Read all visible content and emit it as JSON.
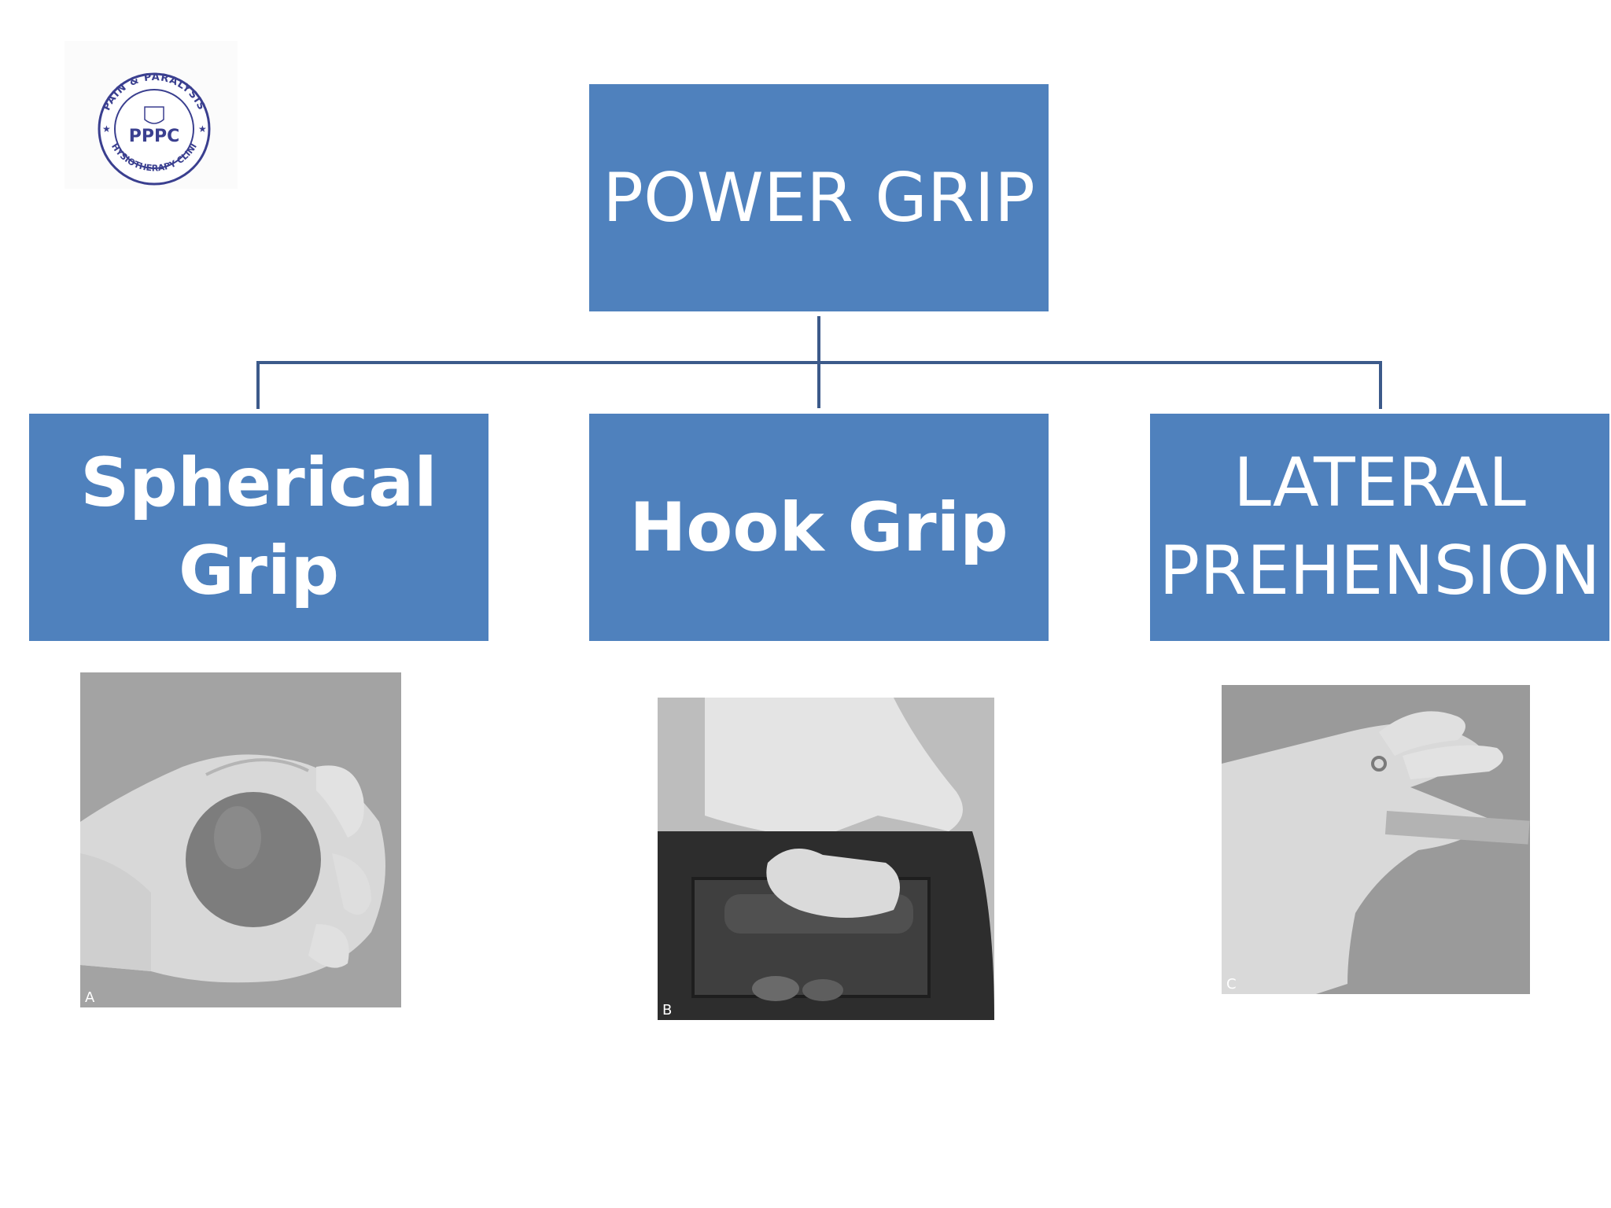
{
  "logo": {
    "name": "pppc-logo-icon",
    "abbreviation": "PPPC",
    "ring_top_text": "PAIN & PARALYSIS",
    "ring_bottom_text": "PHYSIOTHERAPY CLINIC"
  },
  "diagram": {
    "root": {
      "label": "POWER GRIP"
    },
    "children": [
      {
        "id": "spherical",
        "label": "Spherical\nGrip",
        "photo_letter": "A",
        "photo_icon": "hand-squeezing-ball-photo"
      },
      {
        "id": "hook",
        "label": "Hook Grip",
        "photo_letter": "B",
        "photo_icon": "hand-hooking-bag-handle-photo"
      },
      {
        "id": "lateral",
        "label": "LATERAL\nPREHENSION",
        "photo_letter": "C",
        "photo_icon": "hand-holding-card-photo"
      }
    ]
  },
  "colors": {
    "node_fill": "#4f81bd",
    "node_text": "#ffffff",
    "connector": "#3c5a8a",
    "logo_ring": "#3a3f8f"
  }
}
